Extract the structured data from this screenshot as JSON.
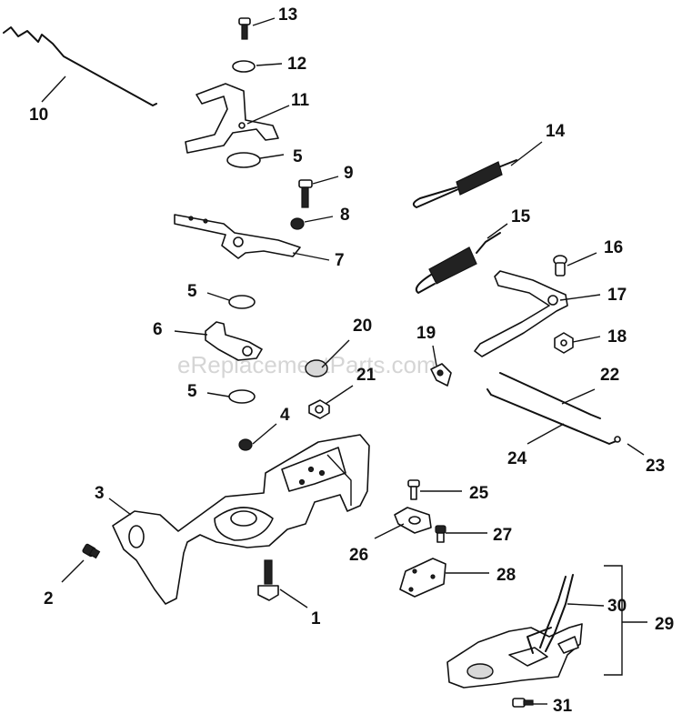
{
  "watermark": "eReplacementParts.com",
  "callouts": {
    "c1": "1",
    "c2": "2",
    "c3": "3",
    "c4": "4",
    "c5a": "5",
    "c5b": "5",
    "c5c": "5",
    "c6": "6",
    "c7": "7",
    "c8": "8",
    "c9": "9",
    "c10": "10",
    "c11": "11",
    "c12": "12",
    "c13": "13",
    "c14": "14",
    "c15": "15",
    "c16": "16",
    "c17": "17",
    "c18": "18",
    "c19": "19",
    "c20": "20",
    "c21": "21",
    "c22": "22",
    "c23": "23",
    "c24": "24",
    "c25": "25",
    "c26": "26",
    "c27": "27",
    "c28": "28",
    "c29": "29",
    "c30": "30",
    "c31": "31"
  }
}
